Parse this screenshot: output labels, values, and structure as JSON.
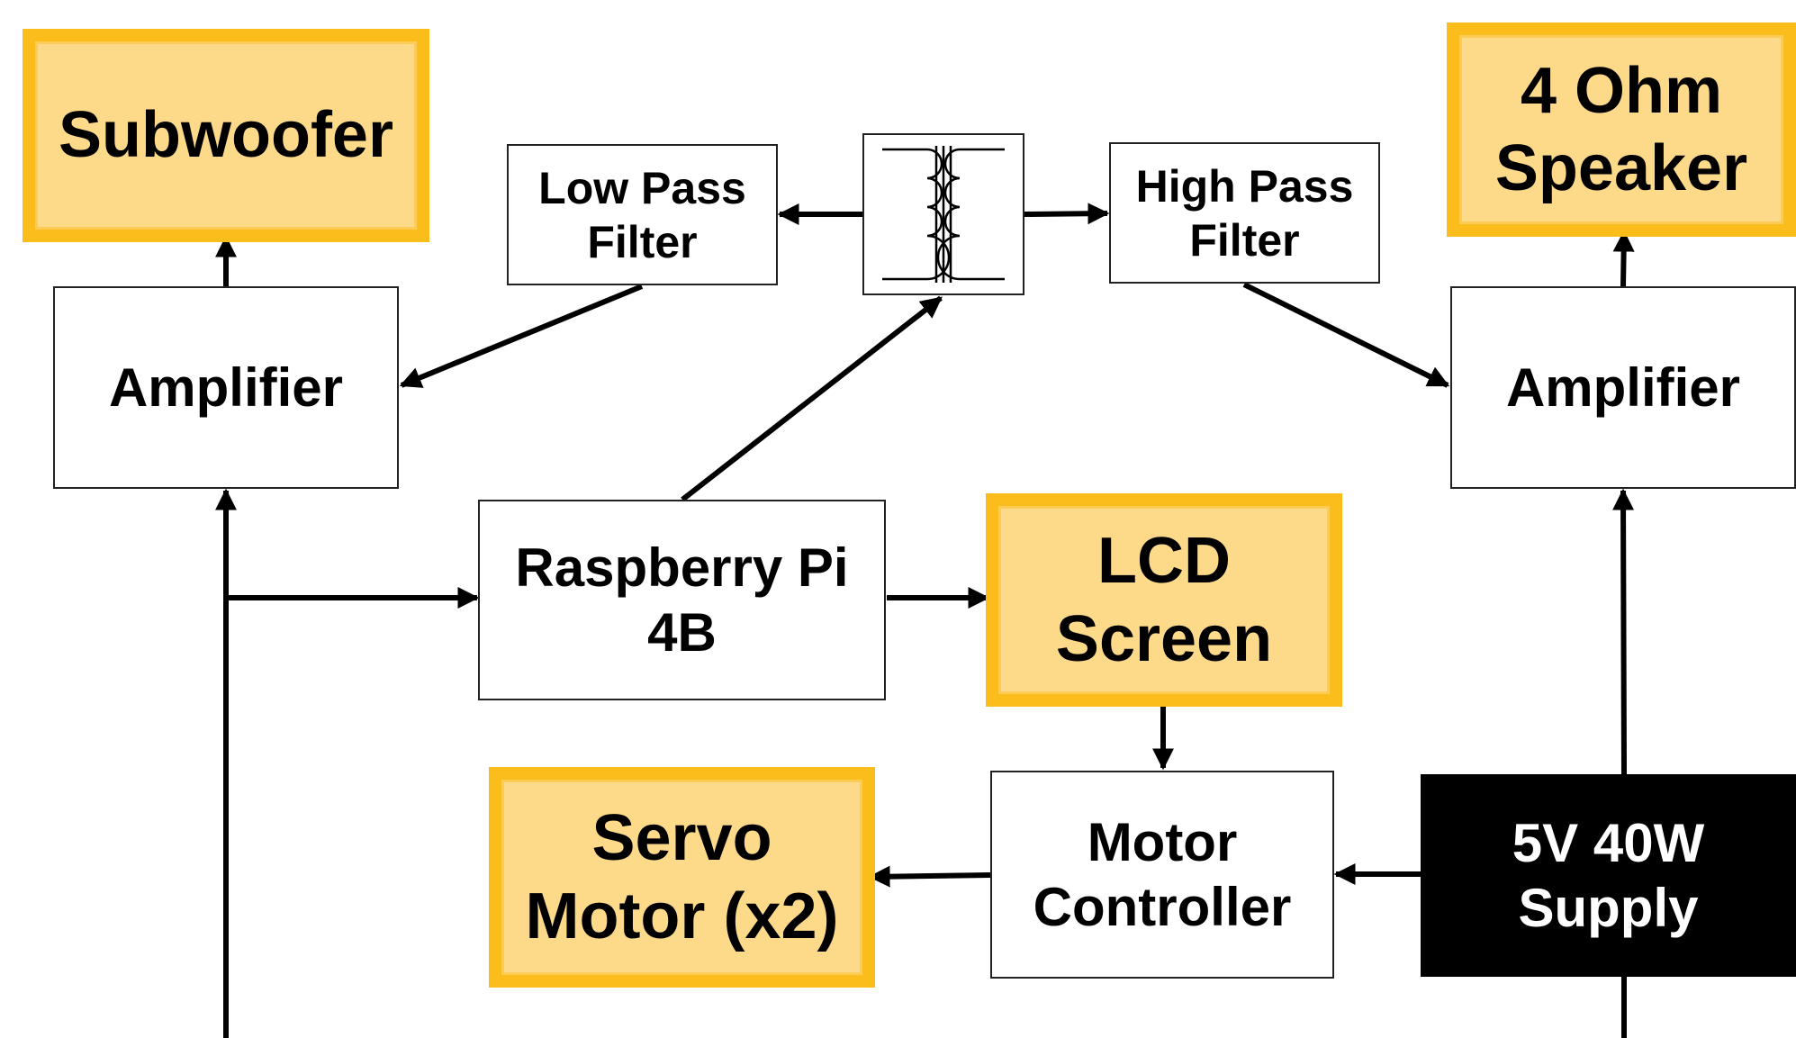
{
  "blocks": {
    "subwoofer": {
      "label": "Subwoofer"
    },
    "amp_left": {
      "label": "Amplifier"
    },
    "low_pass": {
      "line1": "Low Pass",
      "line2": "Filter"
    },
    "transformer": {
      "icon": "transformer-icon"
    },
    "high_pass": {
      "line1": "High Pass",
      "line2": "Filter"
    },
    "speaker": {
      "line1": "4 Ohm",
      "line2": "Speaker"
    },
    "amp_right": {
      "label": "Amplifier"
    },
    "raspberry_pi": {
      "line1": "Raspberry Pi",
      "line2": "4B"
    },
    "lcd": {
      "line1": "LCD",
      "line2": "Screen"
    },
    "servo": {
      "line1": "Servo",
      "line2": "Motor (x2)"
    },
    "motor_controller": {
      "line1": "Motor",
      "line2": "Controller"
    },
    "supply": {
      "line1": "5V 40W",
      "line2": "Supply"
    }
  },
  "colors": {
    "highlight_fill": "#fdd98a",
    "highlight_border": "#fbbd1b",
    "supply_fill": "#000000",
    "line": "#000000"
  }
}
